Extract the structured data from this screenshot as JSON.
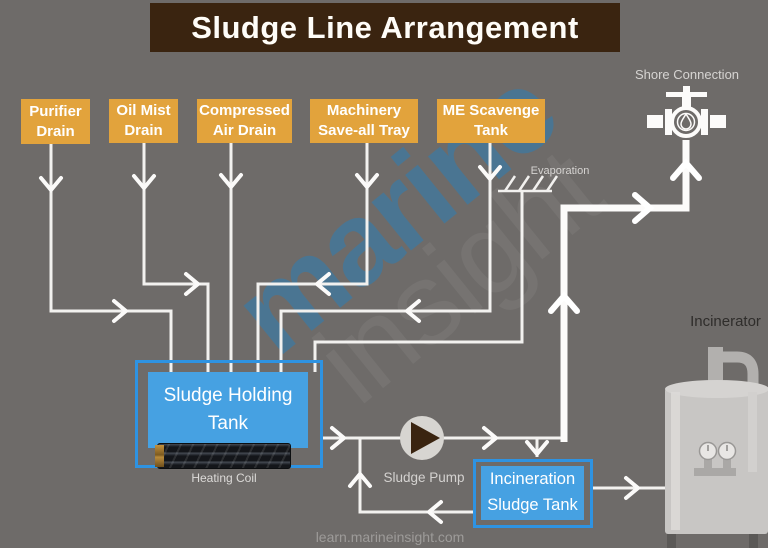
{
  "title": "Sludge Line Arrangement",
  "sources": [
    {
      "label": "Purifier Drain"
    },
    {
      "label": "Oil Mist Drain"
    },
    {
      "label": "Compressed Air Drain"
    },
    {
      "label": "Machinery Save-all Tray"
    },
    {
      "label": "ME Scavenge Tank"
    }
  ],
  "equipment": {
    "shore_connection": "Shore Connection",
    "evaporation": "Evaporation",
    "holding_tank": "Sludge Holding Tank",
    "heating_coil": "Heating Coil",
    "sludge_pump": "Sludge Pump",
    "incineration_tank": "Incineration Sludge Tank",
    "incinerator": "Incinerator"
  },
  "watermark": {
    "word1": "marine",
    "word2": "insight"
  },
  "footer": {
    "site": "learn.marineinsight.com"
  },
  "colors": {
    "background": "#6e6b69",
    "title_bg": "#3a2410",
    "source_box": "#e2a33c",
    "tank_fill": "#46a1e2",
    "tank_border": "#2e93e2",
    "pipe": "#f2f1ef",
    "pump_triangle": "#3a2410"
  }
}
